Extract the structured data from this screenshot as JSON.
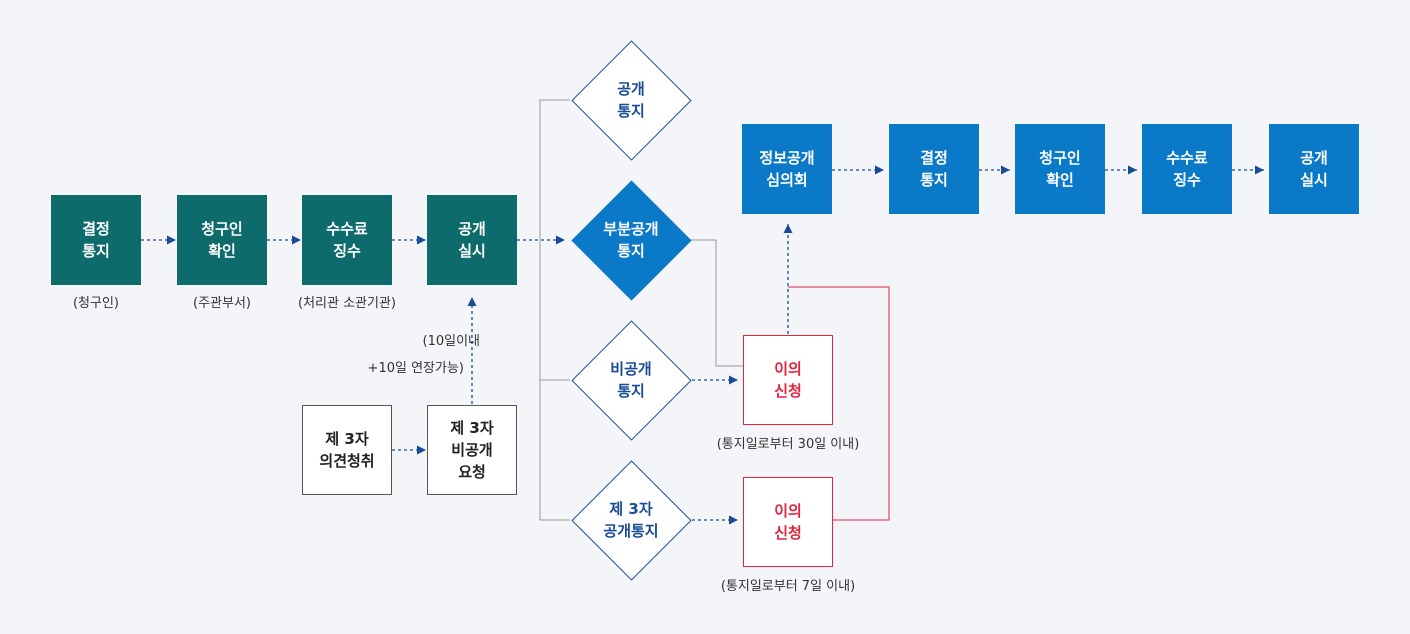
{
  "main_flow": {
    "decision_notice": {
      "label": "결정\n통지",
      "caption": "(청구인)"
    },
    "requester_confirm": {
      "label": "청구인\n확인",
      "caption": "(주관부서)"
    },
    "fee_collection": {
      "label": "수수료\n징수",
      "caption": "(처리관 소관기관)"
    },
    "disclosure_execution": {
      "label": "공개\n실시"
    }
  },
  "third_party": {
    "opinion_hearing": {
      "label": "제 3자\n의견청취"
    },
    "nondisclosure_request": {
      "label": "제 3자\n비공개\n요청"
    },
    "deadline_note_1": "(10일이내",
    "deadline_note_2": "+10일 연장가능)"
  },
  "decisions": {
    "disclosure_notice": "공개\n통지",
    "partial_disclosure_notice": "부분공개\n통지",
    "nondisclosure_notice": "비공개\n통지",
    "third_party_disclosure_notice": "제 3자\n공개통지"
  },
  "objections": {
    "objection_1": {
      "label": "이의\n신청",
      "caption": "(통지일로부터 30일 이내)"
    },
    "objection_2": {
      "label": "이의\n신청",
      "caption": "(통지일로부터 7일 이내)"
    }
  },
  "review_flow": {
    "review_committee": "정보공개\n심의회",
    "decision_notice": "결정\n통지",
    "requester_confirm": "청구인\n확인",
    "fee_collection": "수수료\n징수",
    "disclosure_execution": "공개\n실시"
  },
  "colors": {
    "teal": "#0e6b6b",
    "blue": "#0a79c8",
    "navy": "#1a4c96",
    "red": "#e2243f",
    "connector_gray": "#999999",
    "background": "#f3f5f9"
  }
}
